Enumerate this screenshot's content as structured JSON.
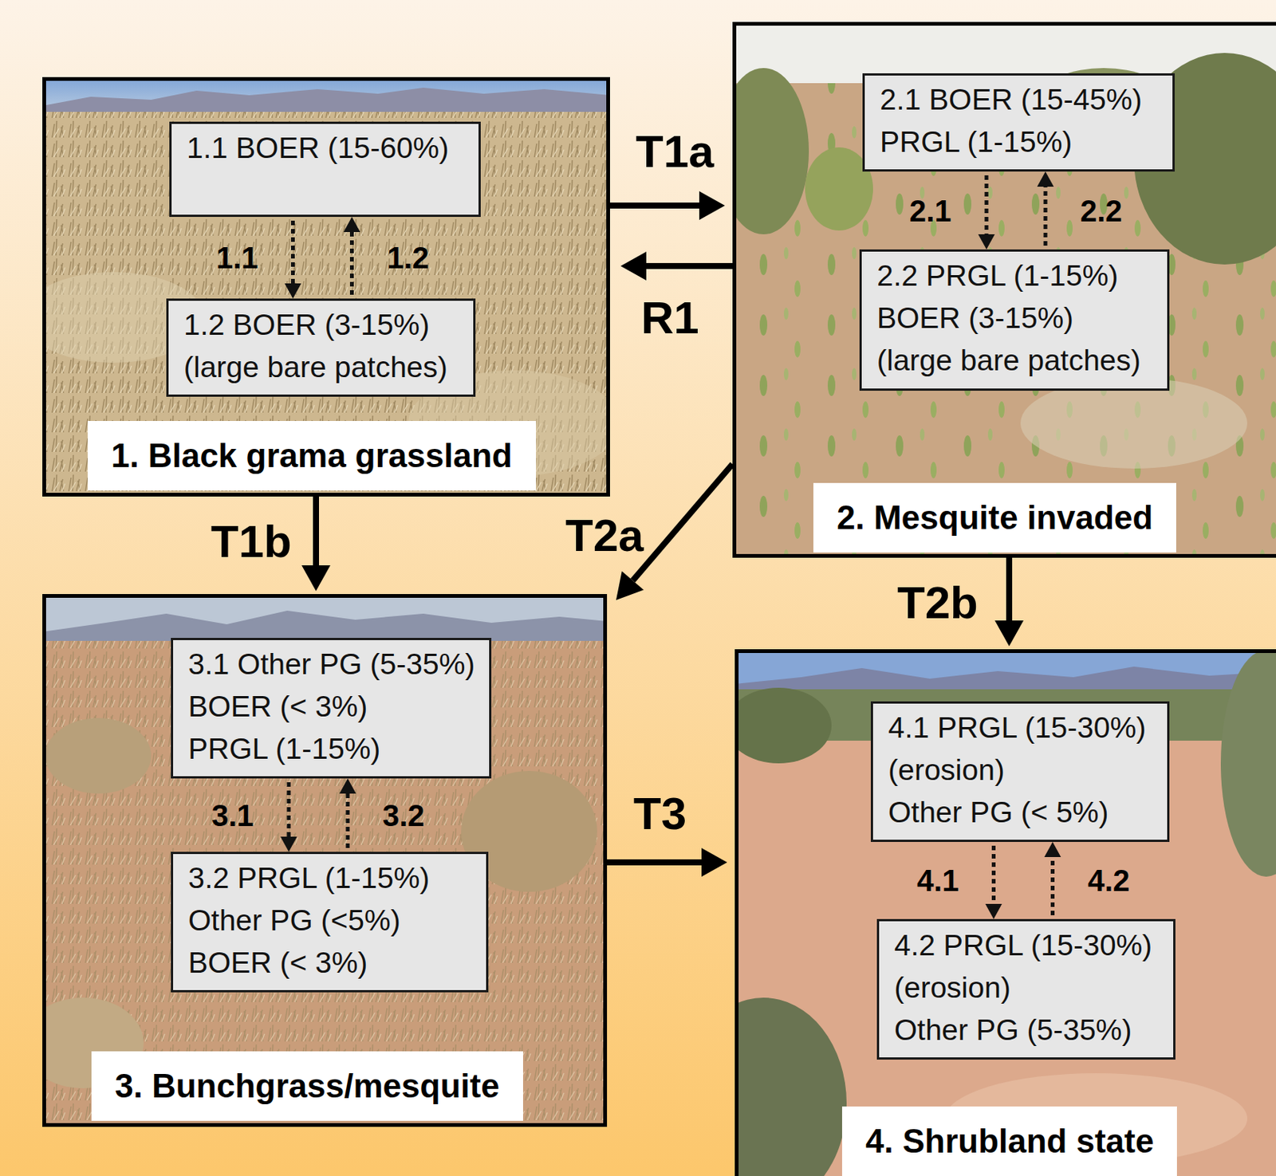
{
  "diagram": {
    "nodes": [
      {
        "text": [
          "1. Black grama grassland"
        ]
      },
      {
        "text": [
          "1.1 BOER (15-60%)"
        ],
        "in": 0
      },
      {
        "text": [
          "1.2 BOER (3-15%)",
          "(large bare patches)"
        ],
        "in": 0
      },
      {
        "text": [
          "2. Mesquite invaded"
        ]
      },
      {
        "text": [
          "2.1 BOER (15-45%)",
          "PRGL (1-15%)"
        ],
        "in": 3
      },
      {
        "text": [
          "2.2 PRGL (1-15%)",
          "BOER (3-15%)",
          "(large bare patches)"
        ],
        "in": 3
      },
      {
        "text": [
          "3. Bunchgrass/mesquite"
        ]
      },
      {
        "text": [
          "3.1 Other PG (5-35%)",
          "BOER (< 3%)",
          "PRGL (1-15%)"
        ],
        "in": 6
      },
      {
        "text": [
          "3.2 PRGL (1-15%)",
          "Other PG (<5%)",
          "BOER (< 3%)"
        ],
        "in": 6
      },
      {
        "text": [
          "4. Shrubland state"
        ]
      },
      {
        "text": [
          "4.1 PRGL (15-30%)",
          "(erosion)",
          "Other PG (< 5%)"
        ],
        "in": 9
      },
      {
        "text": [
          "4.2 PRGL (15-30%)",
          "(erosion)",
          "Other PG (5-35%)"
        ],
        "in": 9
      }
    ],
    "edges": [
      {
        "from": 1,
        "to": 2,
        "label": "1.1",
        "arrow": "to"
      },
      {
        "from": 2,
        "to": 1,
        "label": "1.2",
        "arrow": "to"
      },
      {
        "from": 4,
        "to": 5,
        "label": "2.1",
        "arrow": "to"
      },
      {
        "from": 5,
        "to": 4,
        "label": "2.2",
        "arrow": "to"
      },
      {
        "from": 7,
        "to": 8,
        "label": "3.1",
        "arrow": "to"
      },
      {
        "from": 8,
        "to": 7,
        "label": "3.2",
        "arrow": "to"
      },
      {
        "from": 10,
        "to": 11,
        "label": "4.1",
        "arrow": "to"
      },
      {
        "from": 11,
        "to": 10,
        "label": "4.2",
        "arrow": "to"
      },
      {
        "from": 0,
        "to": 3,
        "label": "T1a",
        "arrow": "to"
      },
      {
        "from": 3,
        "to": 0,
        "label": "R1",
        "arrow": "to"
      },
      {
        "from": 0,
        "to": 6,
        "label": "T1b",
        "arrow": "to"
      },
      {
        "from": 3,
        "to": 6,
        "label": "T2a",
        "arrow": "to"
      },
      {
        "from": 3,
        "to": 9,
        "label": "T2b",
        "arrow": "to"
      },
      {
        "from": 6,
        "to": 9,
        "label": "T3",
        "arrow": "to"
      }
    ]
  }
}
